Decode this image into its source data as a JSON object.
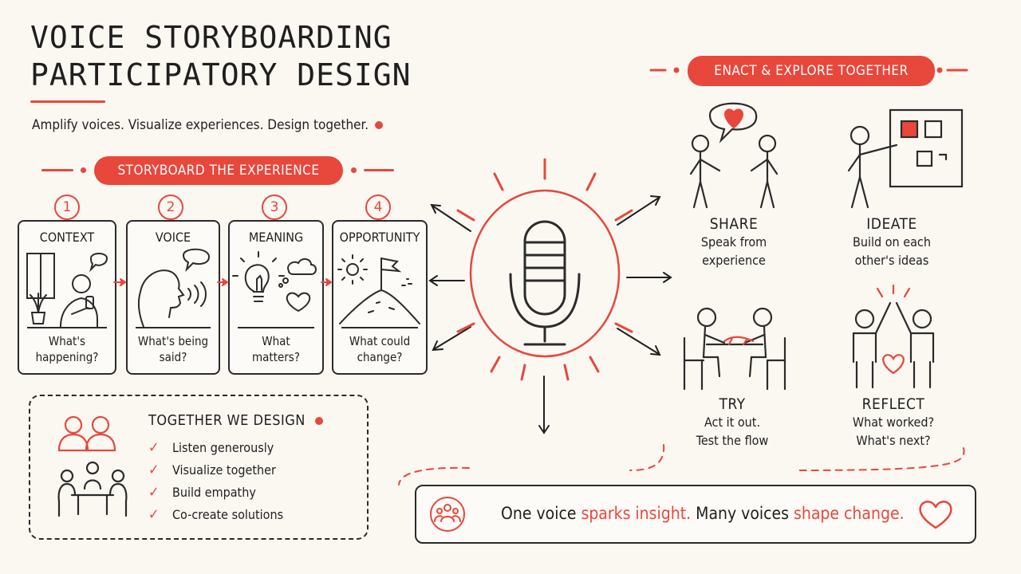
{
  "header": {
    "title_line1": "VOICE STORYBOARDING",
    "title_line2": "PARTICIPATORY DESIGN",
    "tagline": "Amplify voices. Visualize experiences. Design together."
  },
  "storyboard": {
    "label": "STORYBOARD THE EXPERIENCE",
    "steps": [
      {
        "number": "1",
        "title": "CONTEXT",
        "caption_line1": "What's",
        "caption_line2": "happening?",
        "icon": "person-with-phone-icon"
      },
      {
        "number": "2",
        "title": "VOICE",
        "caption_line1": "What's being",
        "caption_line2": "said?",
        "icon": "speaking-head-icon"
      },
      {
        "number": "3",
        "title": "MEANING",
        "caption_line1": "What",
        "caption_line2": "matters?",
        "icon": "lightbulb-icon"
      },
      {
        "number": "4",
        "title": "OPPORTUNITY",
        "caption_line1": "What could",
        "caption_line2": "change?",
        "icon": "flag-on-hill-icon"
      }
    ]
  },
  "together": {
    "title": "TOGETHER WE DESIGN",
    "items": [
      "Listen generously",
      "Visualize together",
      "Build empathy",
      "Co-create solutions"
    ]
  },
  "enact": {
    "label": "ENACT & EXPLORE TOGETHER",
    "activities": [
      {
        "title": "SHARE",
        "desc_line1": "Speak from",
        "desc_line2": "experience",
        "icon": "two-people-heart-icon"
      },
      {
        "title": "IDEATE",
        "desc_line1": "Build on each",
        "desc_line2": "other's ideas",
        "icon": "person-at-board-icon"
      },
      {
        "title": "TRY",
        "desc_line1": "Act it out.",
        "desc_line2": "Test the flow",
        "icon": "people-at-table-icon"
      },
      {
        "title": "REFLECT",
        "desc_line1": "What worked?",
        "desc_line2": "What's next?",
        "icon": "high-five-icon"
      }
    ]
  },
  "center": {
    "icon": "microphone-icon"
  },
  "banner": {
    "part1": "One voice ",
    "part2": "sparks insight.",
    "part3": " Many voices ",
    "part4": "shape change.",
    "icon_left": "group-icon",
    "icon_right": "heart-icon"
  },
  "colors": {
    "accent": "#e8473c",
    "ink": "#1f1f1f",
    "background": "#fbf8f2"
  }
}
